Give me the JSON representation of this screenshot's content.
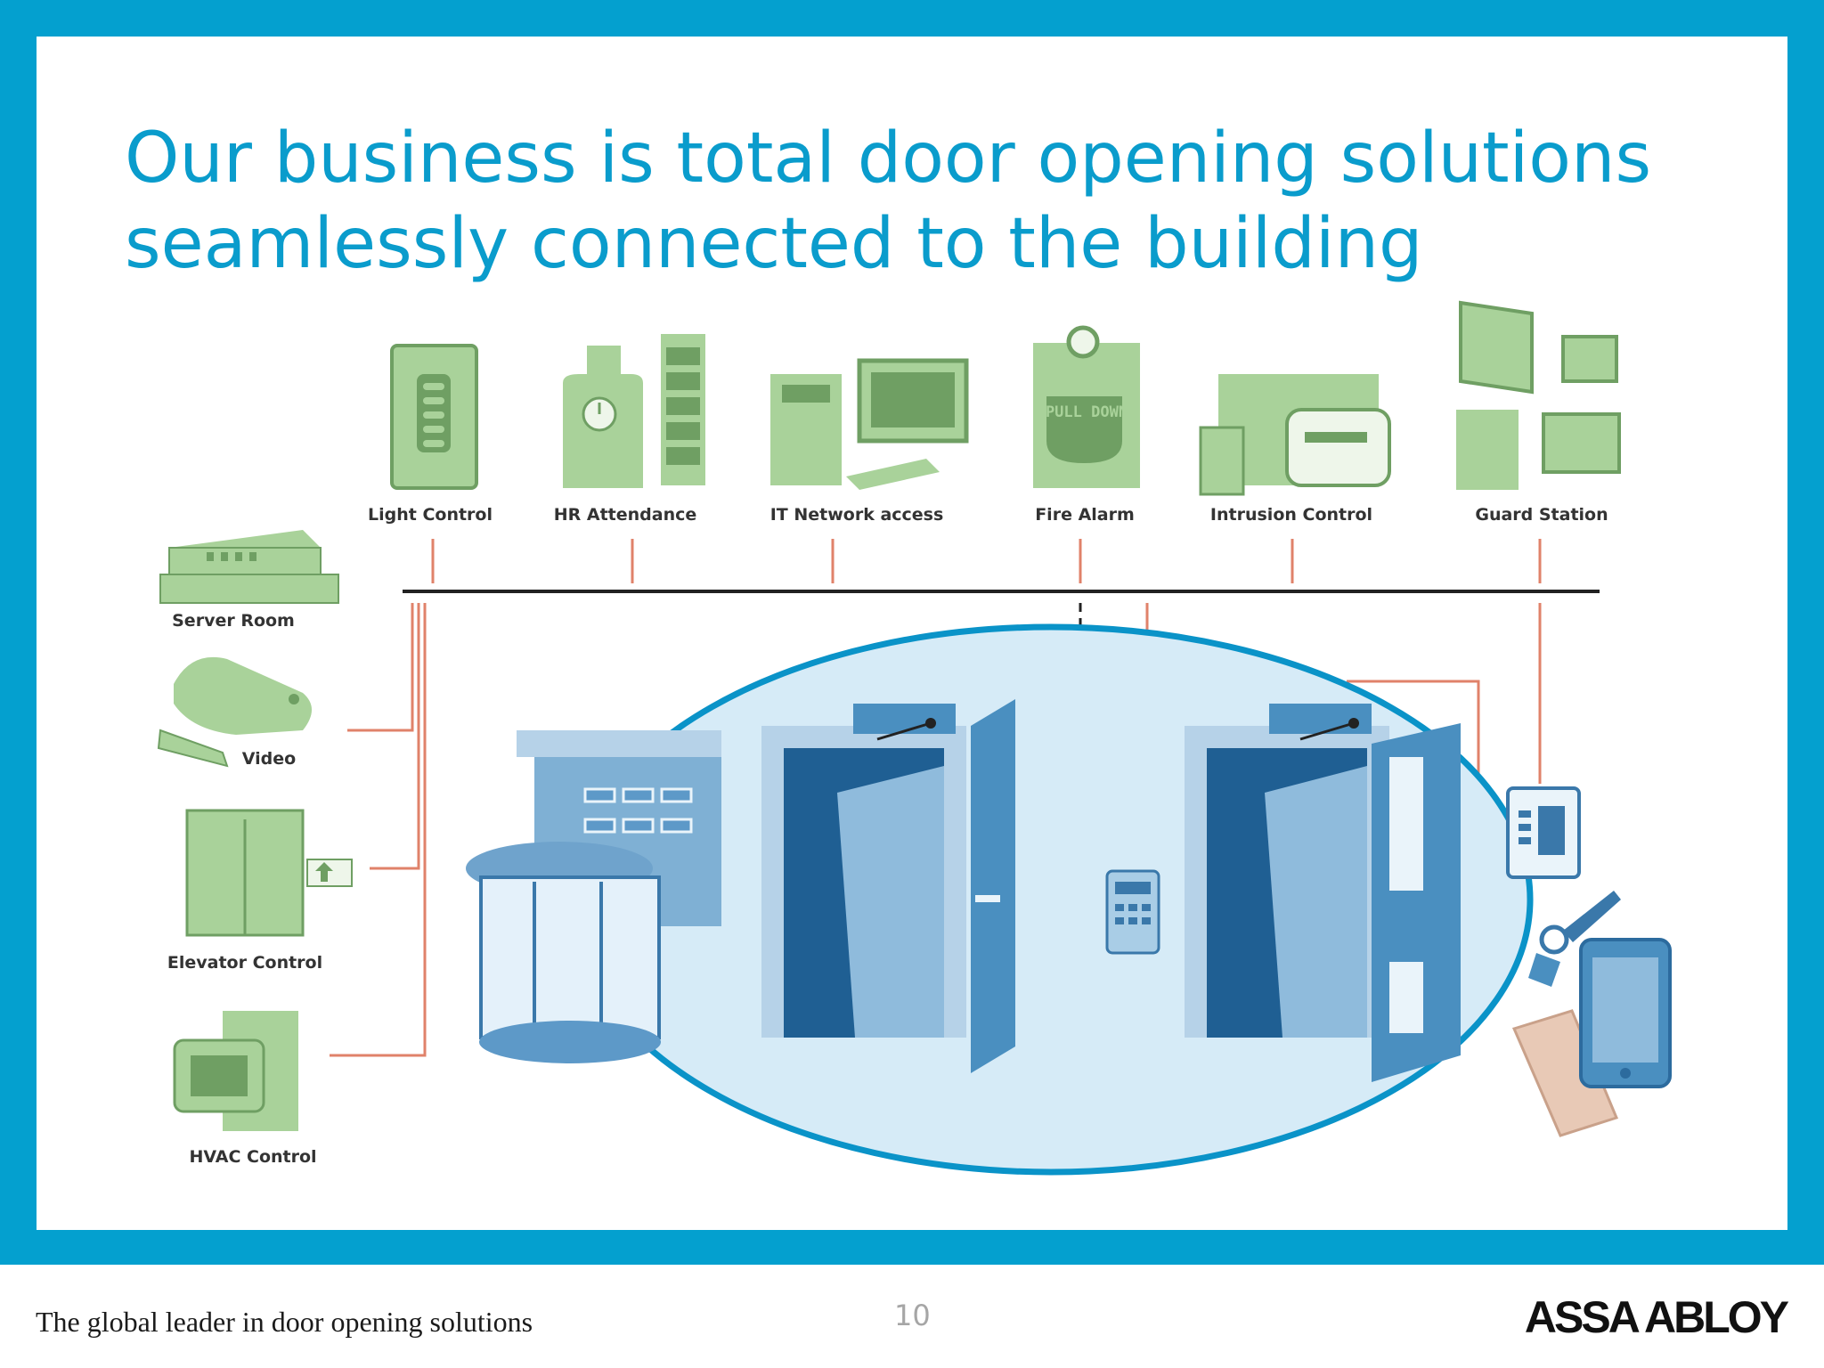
{
  "slide": {
    "title_line1": "Our business is total door opening solutions",
    "title_line2": "seamlessly connected to the building"
  },
  "systems_top": [
    {
      "label": "Light Control",
      "icon": "light-control-icon"
    },
    {
      "label": "HR Attendance",
      "icon": "hr-attendance-icon"
    },
    {
      "label": "IT Network access",
      "icon": "it-network-icon"
    },
    {
      "label": "Fire Alarm",
      "icon": "fire-alarm-icon",
      "icon_text": "PULL DOWN"
    },
    {
      "label": "Intrusion Control",
      "icon": "intrusion-control-icon"
    },
    {
      "label": "Guard Station",
      "icon": "guard-station-icon"
    }
  ],
  "systems_left": [
    {
      "label": "Server Room",
      "icon": "server-room-icon"
    },
    {
      "label": "Video",
      "icon": "video-camera-icon"
    },
    {
      "label": "Elevator Control",
      "icon": "elevator-icon"
    },
    {
      "label": "HVAC Control",
      "icon": "hvac-icon"
    }
  ],
  "footer": {
    "tagline": "The global leader in door opening solutions",
    "page_number": "10",
    "logo": "ASSA ABLOY"
  },
  "colors": {
    "accent_blue": "#04a0cf",
    "icon_green": "#a9d29a",
    "icon_dark_green": "#6f9f63",
    "wire_red": "#e0826a",
    "door_blue": "#4a8fc0"
  }
}
